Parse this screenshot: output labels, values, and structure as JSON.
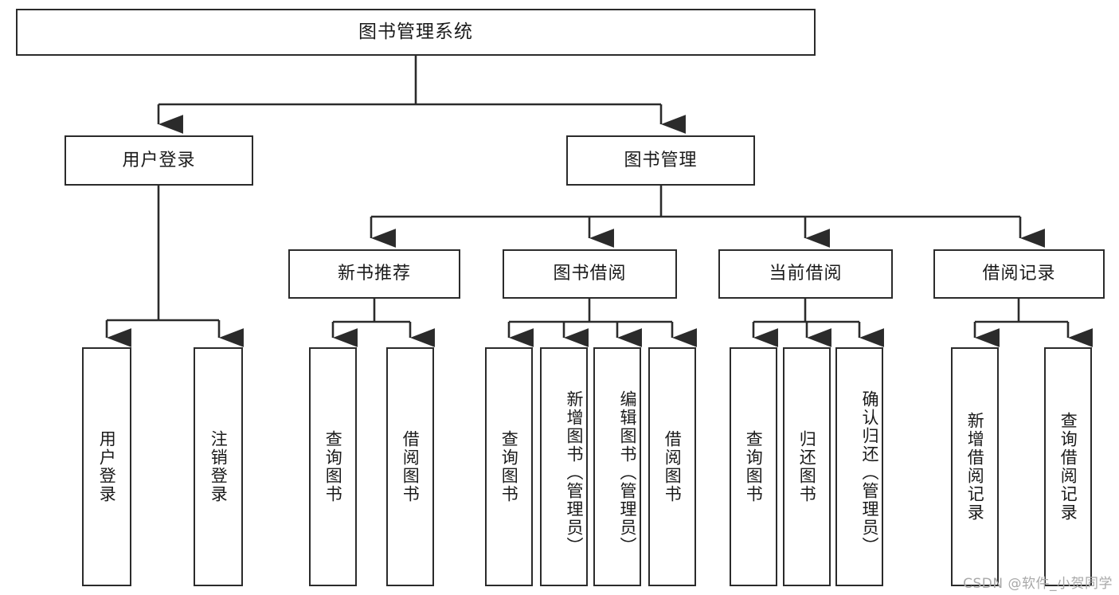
{
  "diagram": {
    "type": "tree",
    "title": "图书管理系统",
    "style": {
      "box_border_color": "#2b2b2b",
      "box_fill_color": "#ffffff",
      "connector_color": "#2b2b2b",
      "text_color": "#1a1a1a",
      "watermark_color": "#a8a8a8"
    },
    "levels": {
      "level1": [
        "图书管理系统"
      ],
      "level2": [
        "用户登录",
        "图书管理"
      ],
      "level3": [
        "新书推荐",
        "图书借阅",
        "当前借阅",
        "借阅记录"
      ],
      "level4": [
        "用户登录",
        "注销登录",
        "查询图书",
        "借阅图书",
        "查询图书",
        "新增图书（管理员）",
        "编辑图书（管理员）",
        "借阅图书",
        "查询图书",
        "归还图书",
        "确认归还（管理员）",
        "新增借阅记录",
        "查询借阅记录"
      ]
    },
    "nodes": {
      "root": {
        "label": "图书管理系统"
      },
      "user_login": {
        "label": "用户登录"
      },
      "book_manage": {
        "label": "图书管理"
      },
      "new_book_rec": {
        "label": "新书推荐"
      },
      "book_borrow": {
        "label": "图书借阅"
      },
      "current_borrow": {
        "label": "当前借阅"
      },
      "borrow_record": {
        "label": "借阅记录"
      },
      "leaf_user_login": {
        "label": "用户登录"
      },
      "leaf_logout": {
        "label": "注销登录"
      },
      "leaf_query_book_a": {
        "label": "查询图书"
      },
      "leaf_borrow_book_a": {
        "label": "借阅图书"
      },
      "leaf_query_book_b": {
        "label": "查询图书"
      },
      "leaf_add_book_admin": {
        "label": "新增图书（管理员）"
      },
      "leaf_edit_book_admin": {
        "label": "编辑图书（管理员）"
      },
      "leaf_borrow_book_b": {
        "label": "借阅图书"
      },
      "leaf_query_book_c": {
        "label": "查询图书"
      },
      "leaf_return_book": {
        "label": "归还图书"
      },
      "leaf_confirm_return_admin": {
        "label": "确认归还（管理员）"
      },
      "leaf_add_borrow_record": {
        "label": "新增借阅记录"
      },
      "leaf_query_borrow_record": {
        "label": "查询借阅记录"
      }
    },
    "edges": [
      {
        "from": "root",
        "to": "user_login"
      },
      {
        "from": "root",
        "to": "book_manage"
      },
      {
        "from": "user_login",
        "to": "leaf_user_login"
      },
      {
        "from": "user_login",
        "to": "leaf_logout"
      },
      {
        "from": "book_manage",
        "to": "new_book_rec"
      },
      {
        "from": "book_manage",
        "to": "book_borrow"
      },
      {
        "from": "book_manage",
        "to": "current_borrow"
      },
      {
        "from": "book_manage",
        "to": "borrow_record"
      },
      {
        "from": "new_book_rec",
        "to": "leaf_query_book_a"
      },
      {
        "from": "new_book_rec",
        "to": "leaf_borrow_book_a"
      },
      {
        "from": "book_borrow",
        "to": "leaf_query_book_b"
      },
      {
        "from": "book_borrow",
        "to": "leaf_add_book_admin"
      },
      {
        "from": "book_borrow",
        "to": "leaf_edit_book_admin"
      },
      {
        "from": "book_borrow",
        "to": "leaf_borrow_book_b"
      },
      {
        "from": "current_borrow",
        "to": "leaf_query_book_c"
      },
      {
        "from": "current_borrow",
        "to": "leaf_return_book"
      },
      {
        "from": "current_borrow",
        "to": "leaf_confirm_return_admin"
      },
      {
        "from": "borrow_record",
        "to": "leaf_add_borrow_record"
      },
      {
        "from": "borrow_record",
        "to": "leaf_query_borrow_record"
      }
    ]
  },
  "watermark": {
    "text": "CSDN @软件_小贺同学"
  }
}
